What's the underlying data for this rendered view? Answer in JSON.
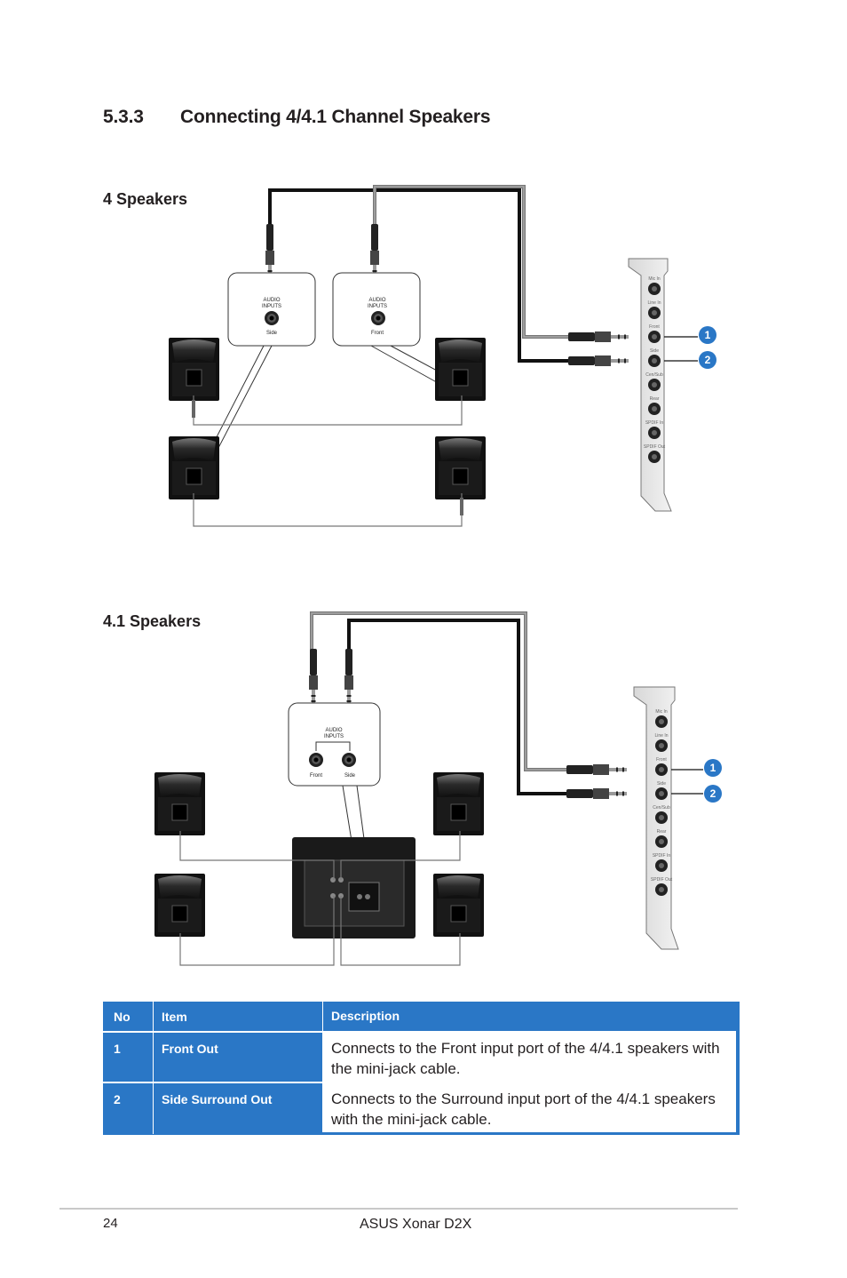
{
  "section": {
    "number": "5.3.3",
    "title": "Connecting 4/4.1 Channel Speakers"
  },
  "diagram1": {
    "label": "4 Speakers",
    "jack_label": "AUDIO\nINPUTS",
    "side_label": "Side",
    "front_label": "Front"
  },
  "diagram2": {
    "label": "4.1 Speakers",
    "jack_label": "AUDIO\nINPUTS",
    "front_label": "Front",
    "side_label": "Side"
  },
  "card_ports": [
    "Mic In",
    "Line In",
    "Front",
    "Side",
    "Cen/Sub",
    "Rear",
    "SPDIF In",
    "SPDIF Out"
  ],
  "callouts": [
    "1",
    "2"
  ],
  "table": {
    "headers": {
      "no": "No",
      "item": "Item",
      "description": "Description"
    },
    "rows": [
      {
        "no": "1",
        "item": "Front Out",
        "description": "Connects to the Front input port of the 4/4.1 speakers with the mini-jack cable."
      },
      {
        "no": "2",
        "item": "Side Surround Out",
        "description": "Connects to the Surround input port of the 4/4.1 speakers with the mini-jack cable."
      }
    ]
  },
  "footer": {
    "page": "24",
    "product": "ASUS Xonar D2X"
  },
  "colors": {
    "accent": "#2a77c6",
    "text": "#231f20"
  }
}
